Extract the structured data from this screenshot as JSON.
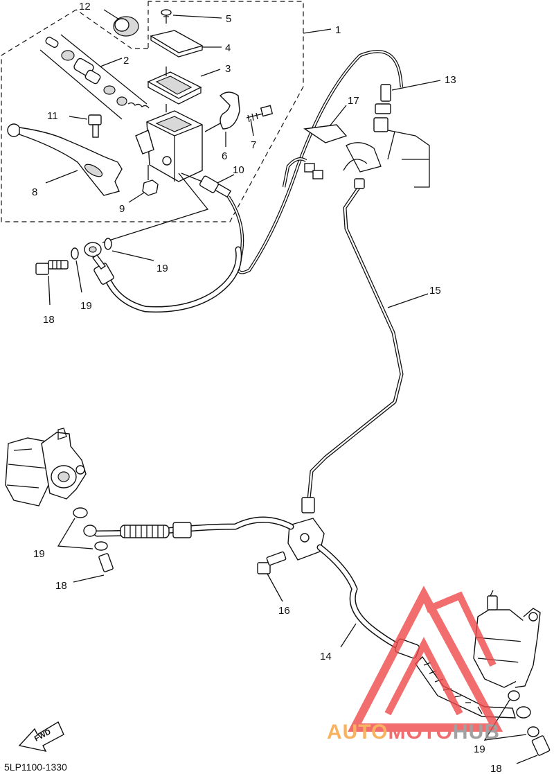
{
  "diagram_code": "5LP1100-1330",
  "direction_label": "FWD",
  "watermark": {
    "part1": "AUTO",
    "part2": "MOTO",
    "part3": "HUB",
    "colors": {
      "accent": "#f04a4a",
      "accent_light": "#f7a13a",
      "dark": "#8a8a8a"
    }
  },
  "callouts": [
    {
      "id": "c1",
      "label": "1"
    },
    {
      "id": "c2",
      "label": "2"
    },
    {
      "id": "c3",
      "label": "3"
    },
    {
      "id": "c4",
      "label": "4"
    },
    {
      "id": "c5",
      "label": "5"
    },
    {
      "id": "c6",
      "label": "6"
    },
    {
      "id": "c7",
      "label": "7"
    },
    {
      "id": "c8",
      "label": "8"
    },
    {
      "id": "c9",
      "label": "9"
    },
    {
      "id": "c10",
      "label": "10"
    },
    {
      "id": "c11",
      "label": "11"
    },
    {
      "id": "c12",
      "label": "12"
    },
    {
      "id": "c13",
      "label": "13"
    },
    {
      "id": "c14",
      "label": "14"
    },
    {
      "id": "c15",
      "label": "15"
    },
    {
      "id": "c16",
      "label": "16"
    },
    {
      "id": "c17",
      "label": "17"
    },
    {
      "id": "c18a",
      "label": "18"
    },
    {
      "id": "c18b",
      "label": "18"
    },
    {
      "id": "c18c",
      "label": "18"
    },
    {
      "id": "c19a",
      "label": "19"
    },
    {
      "id": "c19b",
      "label": "19"
    },
    {
      "id": "c19c",
      "label": "19"
    },
    {
      "id": "c19d",
      "label": "19"
    }
  ]
}
